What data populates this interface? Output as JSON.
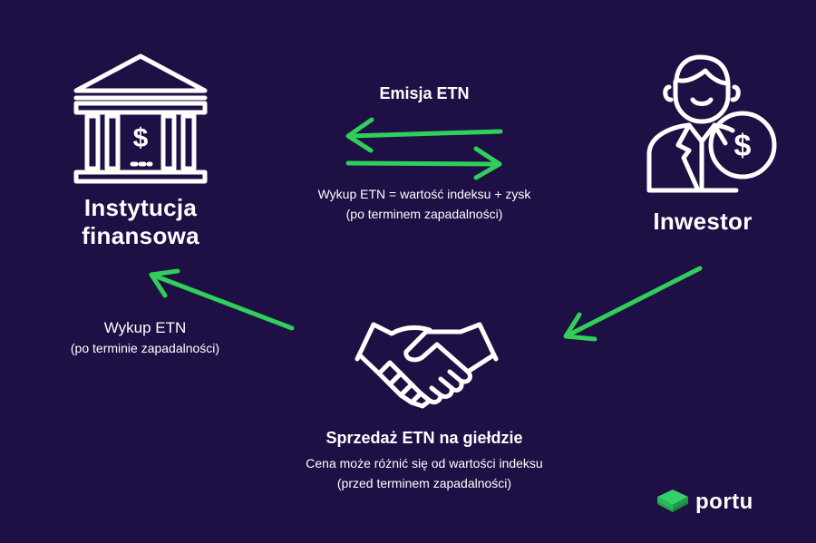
{
  "nodes": {
    "institution": {
      "line1": "Instytucja",
      "line2": "finansowa"
    },
    "investor": {
      "label": "Inwestor"
    },
    "exchange": {
      "title": "Sprzedaż ETN na giełdzie",
      "line1": "Cena może różnić się od wartości indeksu",
      "line2": "(przed terminem zapadalności)"
    }
  },
  "edges": {
    "issue": {
      "label": "Emisja ETN"
    },
    "redeem_to_investor": {
      "line1": "Wykup ETN = wartość indeksu + zysk",
      "line2": "(po terminem zapadalności)"
    },
    "redeem_from_exchange": {
      "line1": "Wykup ETN",
      "line2": "(po terminie zapadalności)"
    }
  },
  "brand": {
    "name": "portu"
  },
  "colors": {
    "background": "#1e0f44",
    "arrow": "#2fcf5a",
    "text": "#ffffff",
    "logo_top": "#35d06a",
    "logo_side": "#1f9a4a"
  },
  "icons": [
    "bank-icon",
    "investor-icon",
    "handshake-icon",
    "portu-logo-icon"
  ]
}
